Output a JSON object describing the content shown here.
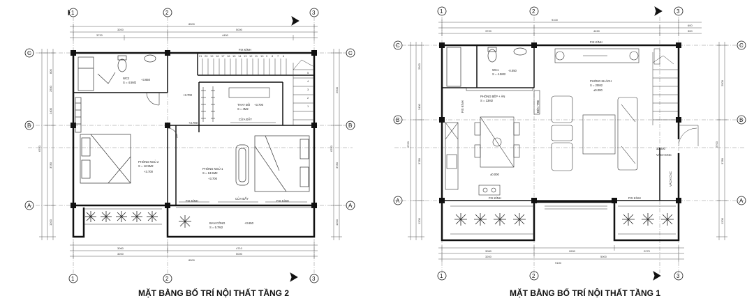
{
  "floor2": {
    "title": "MẶT BẰNG BỐ TRÍ NỘI THẤT TẦNG 2",
    "grid_cols": [
      "1",
      "2",
      "3"
    ],
    "grid_rows": [
      "C",
      "B",
      "A"
    ],
    "dims_top_total": "8500",
    "dims_top": [
      "3200",
      "5000"
    ],
    "dims_top2": [
      "3720",
      "4450"
    ],
    "dims_bottom": [
      "3060",
      "4710"
    ],
    "dims_bottom2": [
      "3200",
      "5000"
    ],
    "dims_bottom_total": "8500",
    "dims_left": [
      "800",
      "2500",
      "2400",
      "3780",
      "1200"
    ],
    "dims_left_total": "6700",
    "dims_right": [
      "2500",
      "3780",
      "1200"
    ],
    "dims_right_total": "6700",
    "stair_numbers": [
      "21",
      "20",
      "19",
      "18",
      "17",
      "16",
      "15",
      "14",
      "13",
      "12",
      "11",
      "10",
      "9",
      "8",
      "7",
      "6",
      "5",
      "4",
      "3",
      "2",
      "1"
    ],
    "fix_kinh": "FIX KÍNH",
    "cua_day": "CỬA ĐẨY",
    "rooms": [
      {
        "name": "WC2",
        "area": "S = 4.5M2",
        "level": "+3.650"
      },
      {
        "name": "THAY ĐỒ",
        "area": "S = 4M2",
        "level": "+3.700"
      },
      {
        "name": "PHÒNG NGỦ 2",
        "area": "S = 12.5M2",
        "level": "+3.700"
      },
      {
        "name": "PHÒNG NGỦ 1",
        "area": "S = 13.5M2",
        "level": "+3.700"
      },
      {
        "name": "BAN CÔNG",
        "area": "S = 5.7M2",
        "level": "+3.650"
      }
    ],
    "level_marks": [
      "+3.700",
      "+3.700"
    ]
  },
  "floor1": {
    "title": "MẶT BẰNG BỐ TRÍ NỘI THẤT TẦNG 1",
    "grid_cols": [
      "1",
      "2",
      "3"
    ],
    "grid_rows": [
      "C",
      "B",
      "A"
    ],
    "dims_top_total": "9100",
    "dims_top": [
      "3720",
      "4450"
    ],
    "dims_top_right": [
      "600",
      "300"
    ],
    "dims_bottom": [
      "3060",
      "2600",
      "2270"
    ],
    "dims_bottom2": [
      "3200",
      "5000"
    ],
    "dims_bottom_total": "9100",
    "dims_left": [
      "2500",
      "2400",
      "3780",
      "1200"
    ],
    "dims_left_total": "6700",
    "dims_right": [
      "2500",
      "3780",
      "1200"
    ],
    "dims_right_total": "6700",
    "fix_kinh": "FIX KÍNH",
    "vach_cnc": "VÁCH CNC",
    "vach_cnc_2": "VÁCH CNC",
    "den_tre": "ĐÈN TRE",
    "rooms": [
      {
        "name": "WC1",
        "area": "S = 4.5M2",
        "level": "-0.050"
      },
      {
        "name": "PHÒNG BẾP + ĂN",
        "area": "S = 13M2",
        "level": "±0.000"
      },
      {
        "name": "PHÒNG KHÁCH",
        "area": "S = 20M2",
        "level": "±0.000"
      }
    ],
    "level_marks": [
      "±0.000"
    ]
  }
}
